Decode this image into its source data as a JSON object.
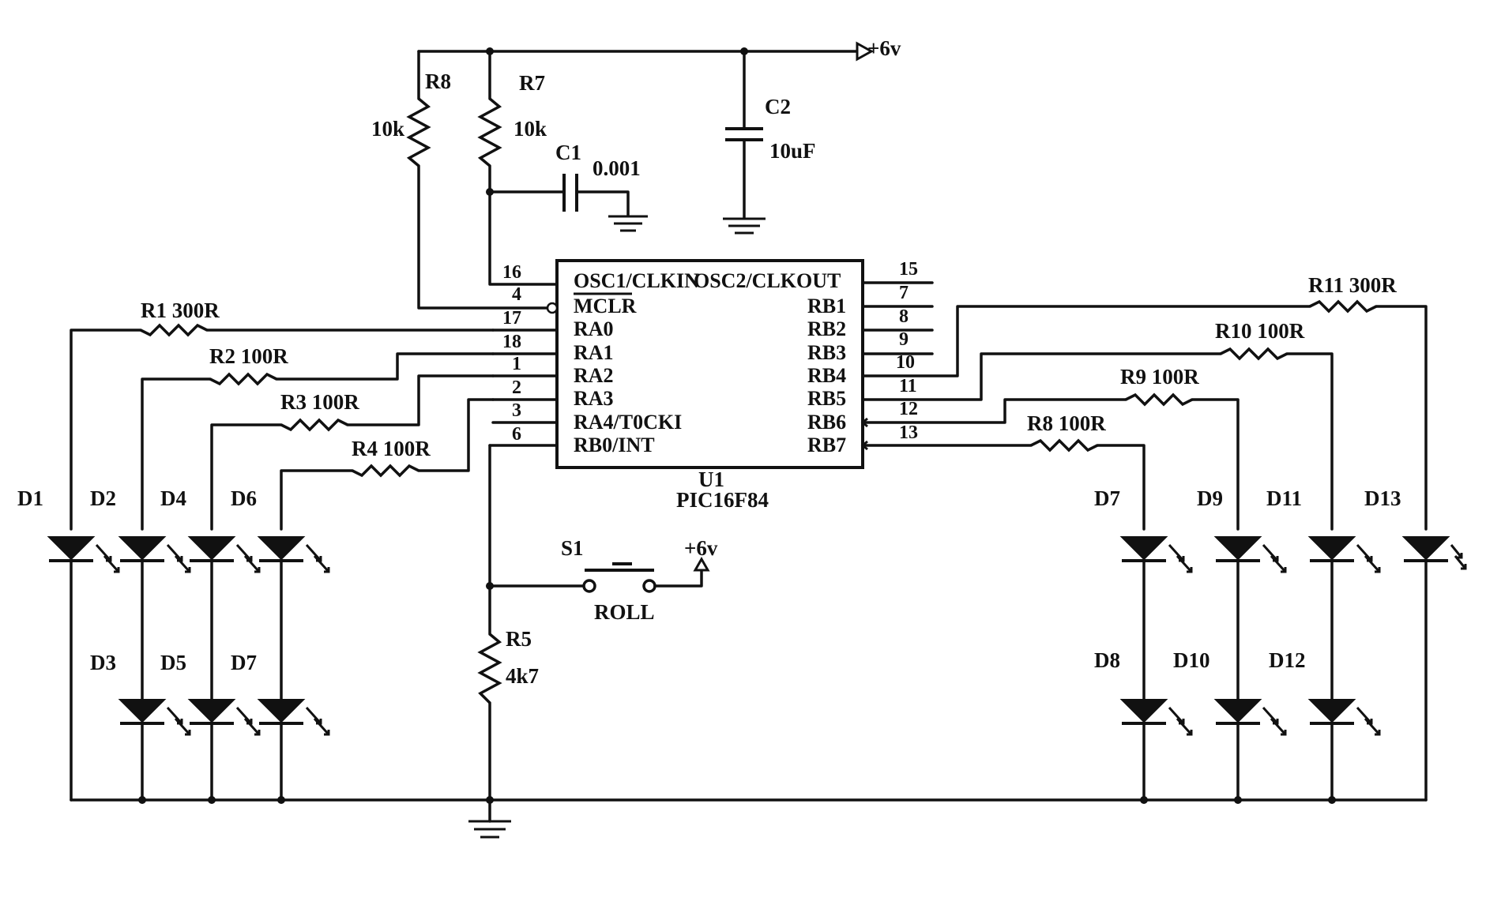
{
  "supply": {
    "top_label": "+6v",
    "switch_label": "+6v"
  },
  "ic": {
    "ref": "U1",
    "part": "PIC16F84",
    "left_pins": [
      {
        "num": "16",
        "name": "OSC1/CLKIN"
      },
      {
        "num": "4",
        "name": "MCLR"
      },
      {
        "num": "17",
        "name": "RA0"
      },
      {
        "num": "18",
        "name": "RA1"
      },
      {
        "num": "1",
        "name": "RA2"
      },
      {
        "num": "2",
        "name": "RA3"
      },
      {
        "num": "3",
        "name": "RA4/T0CKI"
      },
      {
        "num": "6",
        "name": "RB0/INT"
      }
    ],
    "right_pins": [
      {
        "num": "15",
        "name": "OSC2/CLKOUT"
      },
      {
        "num": "7",
        "name": "RB1"
      },
      {
        "num": "8",
        "name": "RB2"
      },
      {
        "num": "9",
        "name": "RB3"
      },
      {
        "num": "10",
        "name": "RB4"
      },
      {
        "num": "11",
        "name": "RB5"
      },
      {
        "num": "12",
        "name": "RB6"
      },
      {
        "num": "13",
        "name": "RB7"
      }
    ]
  },
  "resistors": {
    "r8_top": {
      "ref": "R8",
      "value": "10k"
    },
    "r7": {
      "ref": "R7",
      "value": "10k"
    },
    "r1": {
      "label": "R1 300R"
    },
    "r2": {
      "label": "R2 100R"
    },
    "r3": {
      "label": "R3 100R"
    },
    "r4": {
      "label": "R4 100R"
    },
    "r5": {
      "ref": "R5",
      "value": "4k7"
    },
    "r11": {
      "label": "R11 300R"
    },
    "r10": {
      "label": "R10 100R"
    },
    "r9": {
      "label": "R9 100R"
    },
    "r8_right": {
      "label": "R8 100R"
    }
  },
  "capacitors": {
    "c1": {
      "ref": "C1",
      "value": "0.001"
    },
    "c2": {
      "ref": "C2",
      "value": "10uF"
    }
  },
  "switch": {
    "ref": "S1",
    "label": "ROLL"
  },
  "leds_left": [
    "D1",
    "D2",
    "D4",
    "D6",
    "D3",
    "D5",
    "D7"
  ],
  "leds_right": [
    "D7",
    "D9",
    "D11",
    "D13",
    "D8",
    "D10",
    "D12"
  ]
}
